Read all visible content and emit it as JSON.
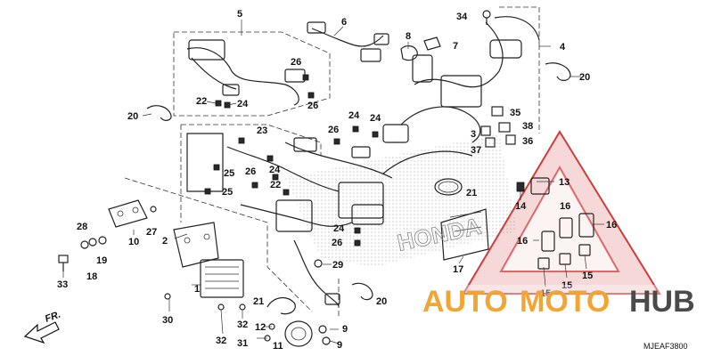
{
  "callouts": [
    {
      "label": "1"
    },
    {
      "label": "2"
    },
    {
      "label": "3"
    },
    {
      "label": "4"
    },
    {
      "label": "5"
    },
    {
      "label": "6"
    },
    {
      "label": "7"
    },
    {
      "label": "8"
    },
    {
      "label": "9"
    },
    {
      "label": "9"
    },
    {
      "label": "10"
    },
    {
      "label": "11"
    },
    {
      "label": "12"
    },
    {
      "label": "13"
    },
    {
      "label": "14"
    },
    {
      "label": "15"
    },
    {
      "label": "15"
    },
    {
      "label": "15"
    },
    {
      "label": "16"
    },
    {
      "label": "16"
    },
    {
      "label": "16"
    },
    {
      "label": "17"
    },
    {
      "label": "18"
    },
    {
      "label": "19"
    },
    {
      "label": "20"
    },
    {
      "label": "20"
    },
    {
      "label": "20"
    },
    {
      "label": "21"
    },
    {
      "label": "21"
    },
    {
      "label": "22"
    },
    {
      "label": "22"
    },
    {
      "label": "23"
    },
    {
      "label": "24"
    },
    {
      "label": "24"
    },
    {
      "label": "24"
    },
    {
      "label": "24"
    },
    {
      "label": "24"
    },
    {
      "label": "25"
    },
    {
      "label": "25"
    },
    {
      "label": "26"
    },
    {
      "label": "26"
    },
    {
      "label": "26"
    },
    {
      "label": "26"
    },
    {
      "label": "26"
    },
    {
      "label": "27"
    },
    {
      "label": "28"
    },
    {
      "label": "29"
    },
    {
      "label": "30"
    },
    {
      "label": "31"
    },
    {
      "label": "32"
    },
    {
      "label": "32"
    },
    {
      "label": "33"
    },
    {
      "label": "34"
    },
    {
      "label": "35"
    },
    {
      "label": "36"
    },
    {
      "label": "37"
    },
    {
      "label": "38"
    }
  ],
  "direction_label": "FR.",
  "diagram_code": "MJEAF3800",
  "watermark": {
    "brand_part1": "AUTO",
    "brand_part2": "MOTO",
    "brand_part3": "HUB",
    "accent_color": "#f2a533",
    "dark_color": "#4a4a4a",
    "triangle_color": "#d23a3a"
  },
  "embossed_text": "HONDA"
}
